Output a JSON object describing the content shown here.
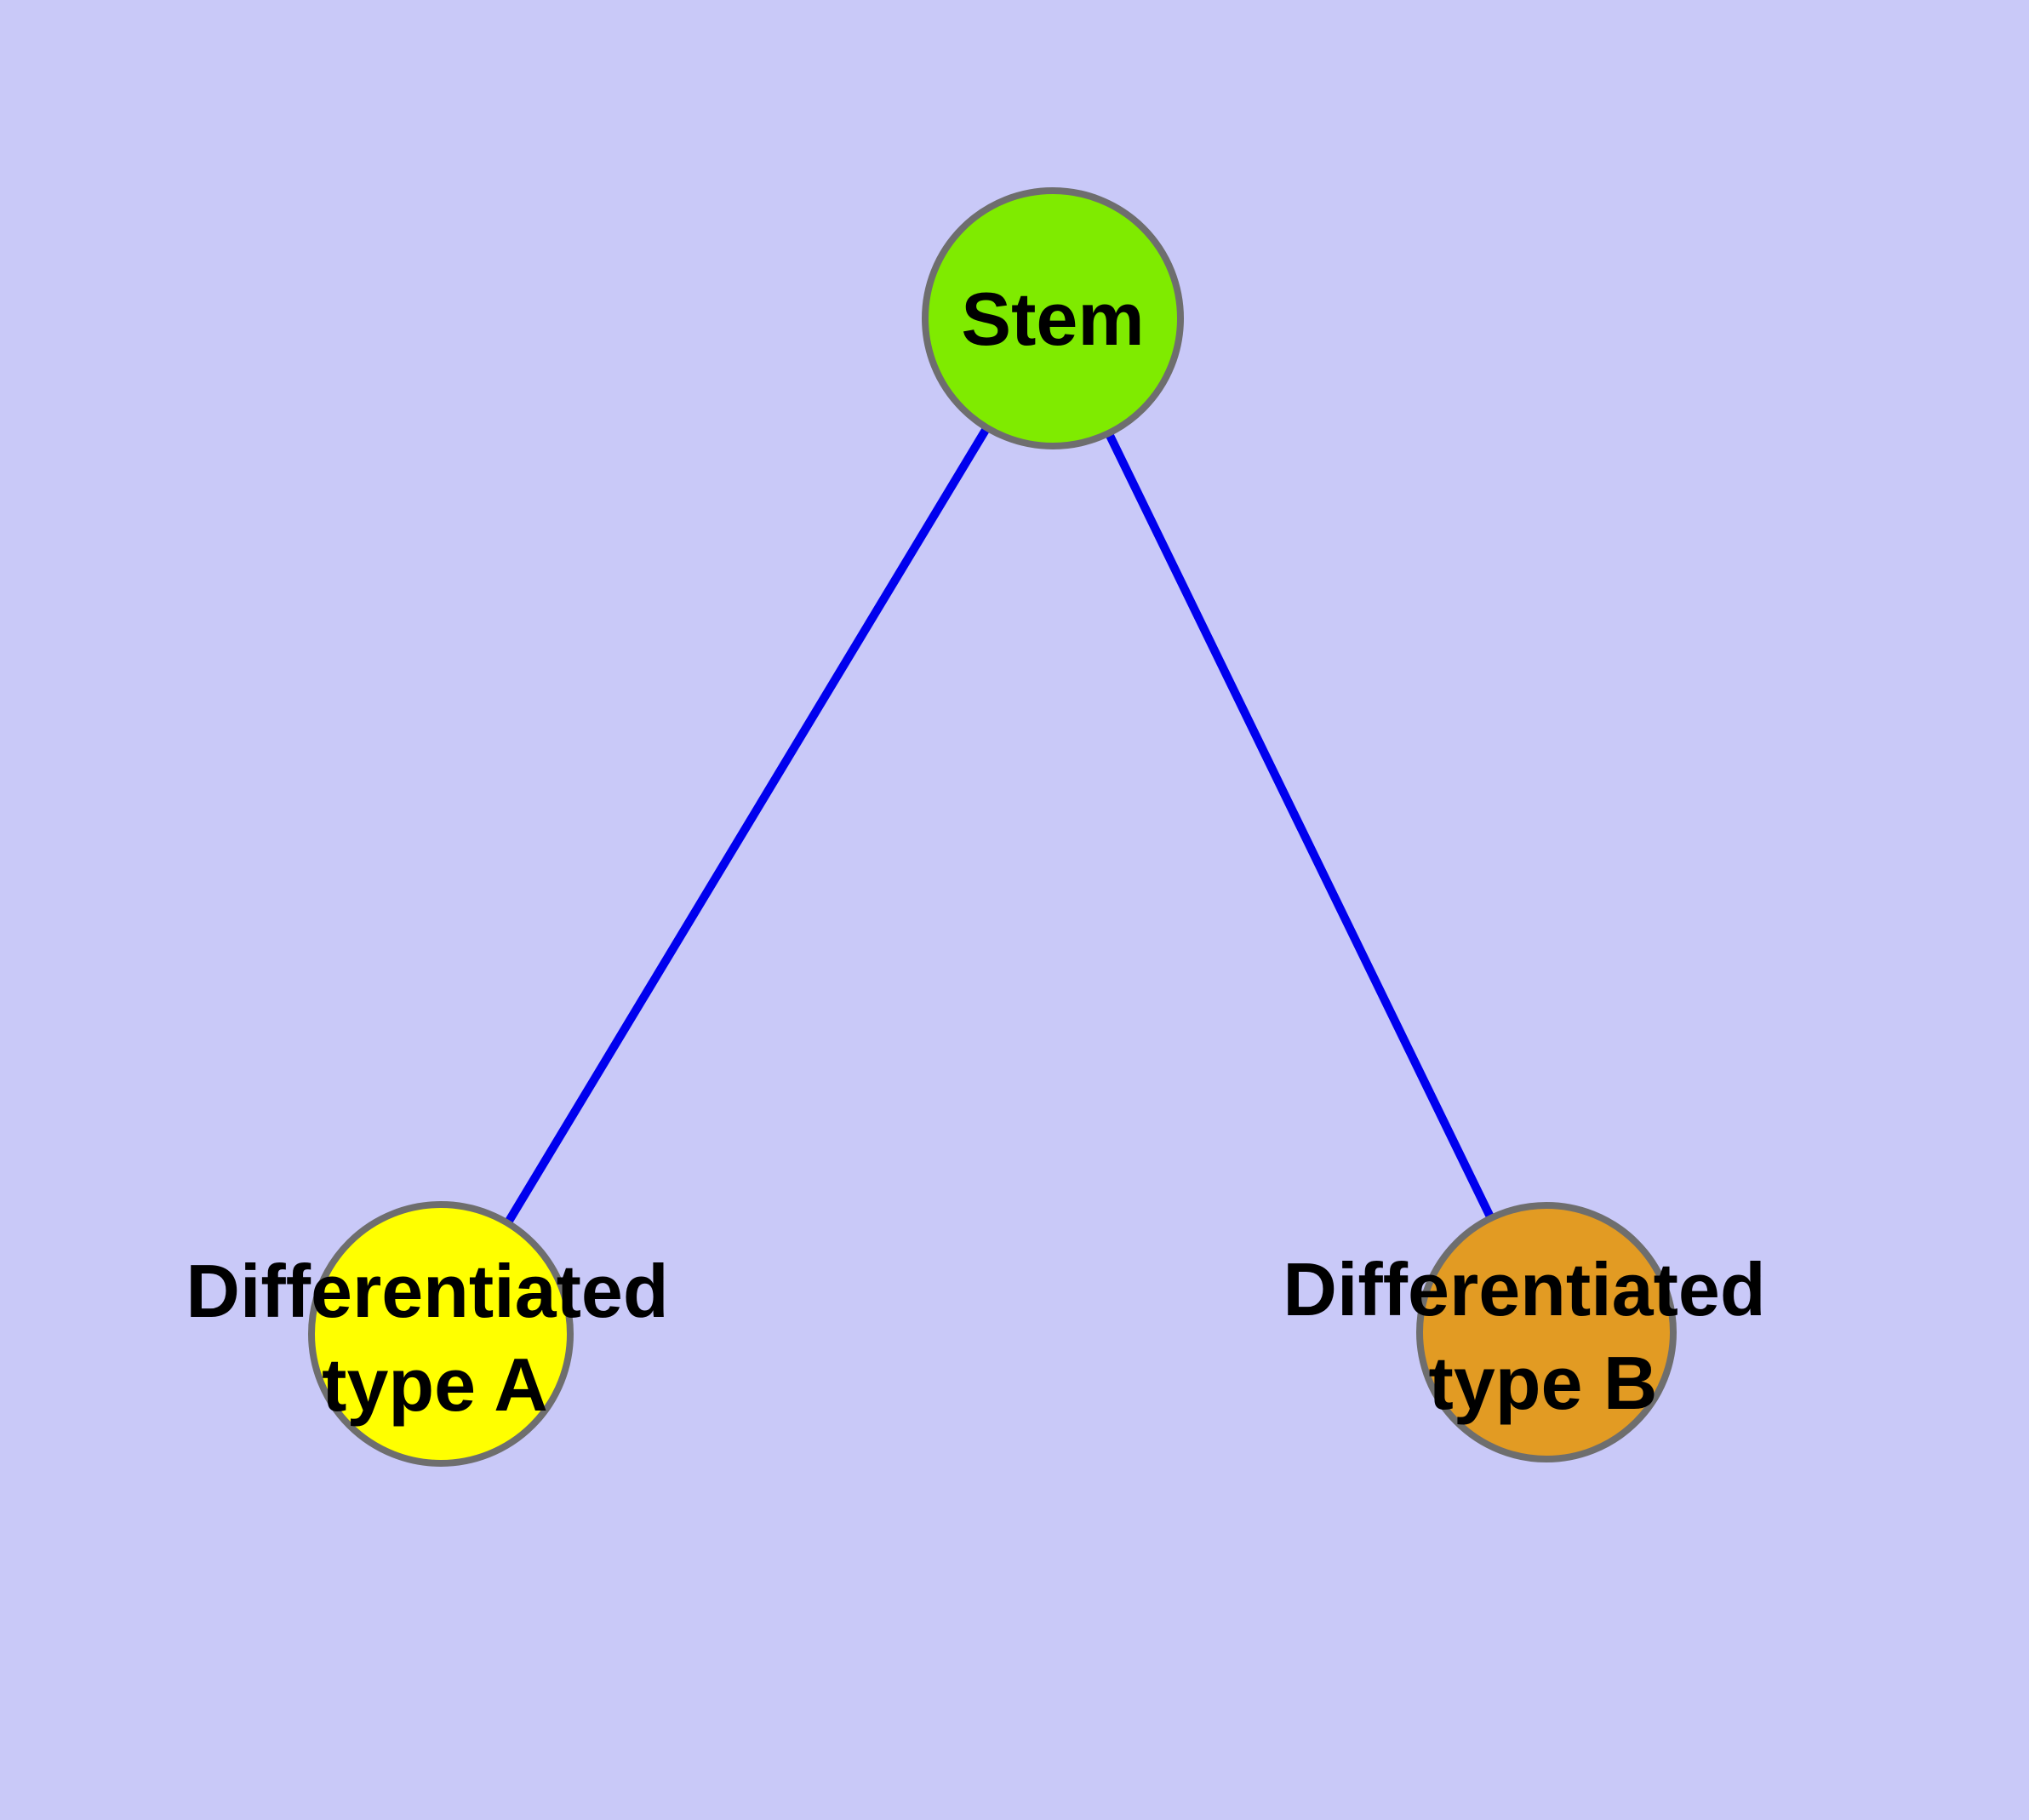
{
  "diagram": {
    "background_color": "#C9C9F8",
    "edge_color": "#0000EE",
    "node_border_color": "#6E6E6E",
    "label_color": "#000000",
    "nodes": [
      {
        "id": "stem",
        "label": "Stem",
        "fill_color": "#7FEB00"
      },
      {
        "id": "differentiated-type-a",
        "label_line1": "Differentiated",
        "label_line2": "type A",
        "fill_color": "#FFFF00"
      },
      {
        "id": "differentiated-type-b",
        "label_line1": "Differentiated",
        "label_line2": "type B",
        "fill_color": "#E29B23"
      }
    ],
    "edges": [
      {
        "from": "Stem",
        "to": "Differentiated type A"
      },
      {
        "from": "Stem",
        "to": "Differentiated type B"
      }
    ]
  }
}
